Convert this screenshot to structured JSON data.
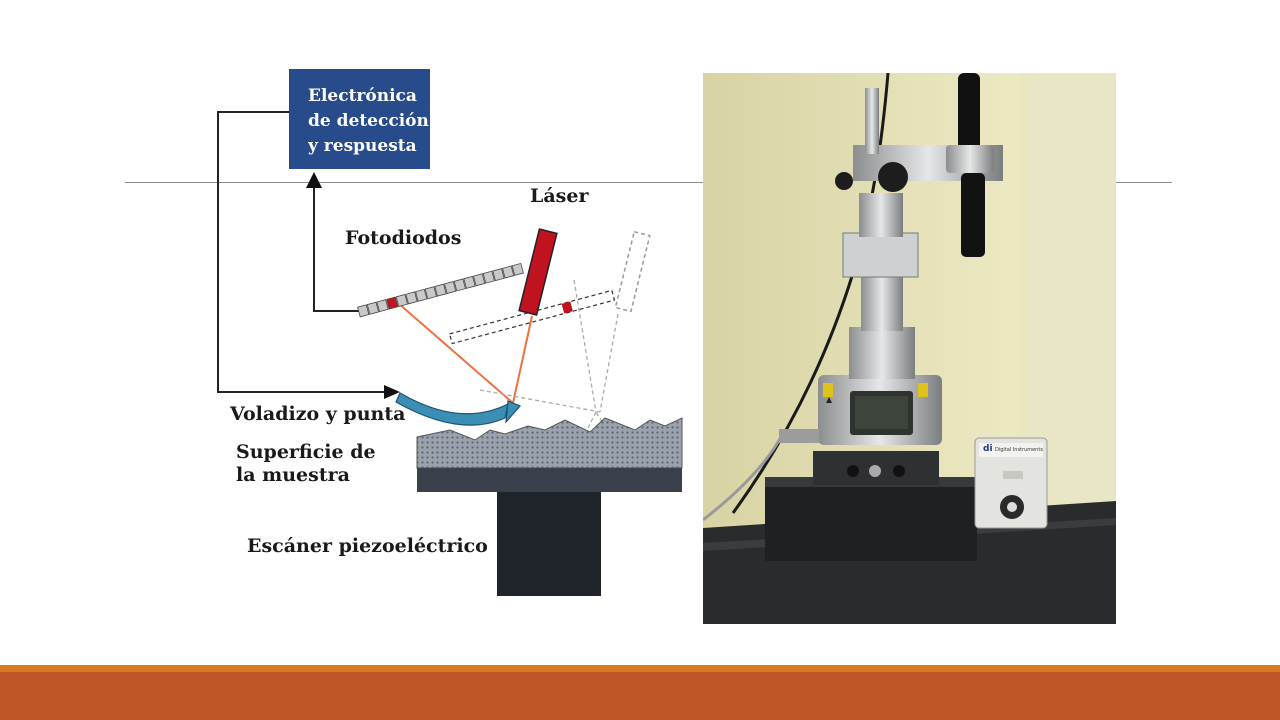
{
  "colors": {
    "accent_bar": "#bf5628",
    "accent_thin": "#d97a1e",
    "box": "#274b8b",
    "laser": "#c1121f",
    "beam": "#f07040",
    "cantilever": "#3b8fb5"
  },
  "diagram": {
    "box_label": "Electrónica\nde detección\ny respuesta",
    "laser_label": "Láser",
    "photodiodes_label": "Fotodiodos",
    "cantilever_label": "Voladizo y punta",
    "surface_label": "Superficie de\nla muestra",
    "scanner_label": "Escáner piezoeléctrico"
  },
  "photo": {
    "brand_logo": "di",
    "brand_text": "Digital Instruments"
  }
}
